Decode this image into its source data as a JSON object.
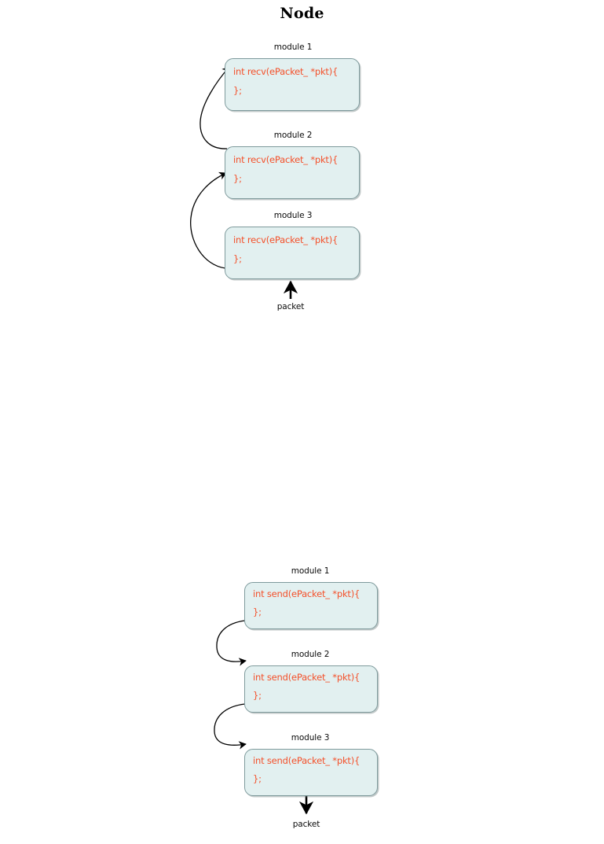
{
  "title": "Node",
  "colors": {
    "box_fill": "#e2f0f0",
    "box_border": "#7e9a9c",
    "code_text": "#f4502a",
    "label_text": "#0a0a0a",
    "arrow": "#000000"
  },
  "diagrams": [
    {
      "id": "receive-path",
      "direction": "upward",
      "packet_label": "packet",
      "modules": [
        {
          "label": "module 1",
          "code_line_1": "int recv(ePacket_ *pkt){",
          "code_line_2": "};"
        },
        {
          "label": "module 2",
          "code_line_1": "int recv(ePacket_ *pkt){",
          "code_line_2": "};"
        },
        {
          "label": "module 3",
          "code_line_1": "int recv(ePacket_ *pkt){",
          "code_line_2": "};"
        }
      ]
    },
    {
      "id": "send-path",
      "direction": "downward",
      "packet_label": "packet",
      "modules": [
        {
          "label": "module 1",
          "code_line_1": "int send(ePacket_ *pkt){",
          "code_line_2": "};"
        },
        {
          "label": "module 2",
          "code_line_1": "int send(ePacket_ *pkt){",
          "code_line_2": "};"
        },
        {
          "label": "module 3",
          "code_line_1": "int send(ePacket_ *pkt){",
          "code_line_2": "};"
        }
      ]
    }
  ]
}
